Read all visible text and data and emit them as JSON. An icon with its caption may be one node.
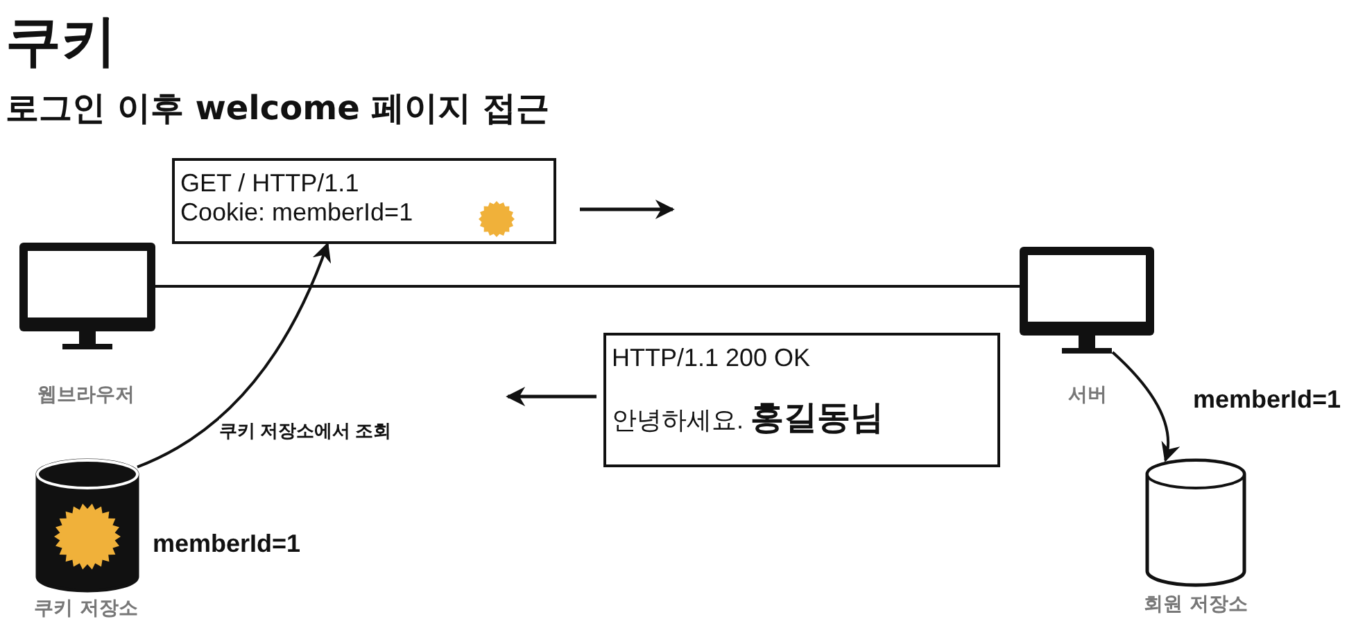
{
  "diagram": {
    "title": "쿠키",
    "nodes": [
      {
        "text": [
          "웹브라우저"
        ]
      },
      {
        "text": [
          "서버"
        ]
      },
      {
        "text": [
          "GET / HTTP/1.1",
          "Cookie: memberId=1"
        ]
      },
      {
        "text": [
          "HTTP/1.1 200 OK",
          "안녕하세요. **홍길동님**"
        ]
      },
      {
        "text": [
          "쿠키 저장소"
        ],
        "beside": [
          "memberId=1"
        ]
      },
      {
        "text": [
          "회원 저장소"
        ]
      }
    ],
    "edges": [
      {
        "from": 0,
        "to": 1,
        "arrow": "none"
      },
      {
        "from": 4,
        "to": 2,
        "arrow": "to",
        "label": "쿠키 저장소에서 조회"
      },
      {
        "from": 1,
        "to": 5,
        "arrow": "to",
        "label": "memberId=1"
      }
    ],
    "labels": [
      "로그인 이후 welcome 페이지 접근"
    ]
  }
}
